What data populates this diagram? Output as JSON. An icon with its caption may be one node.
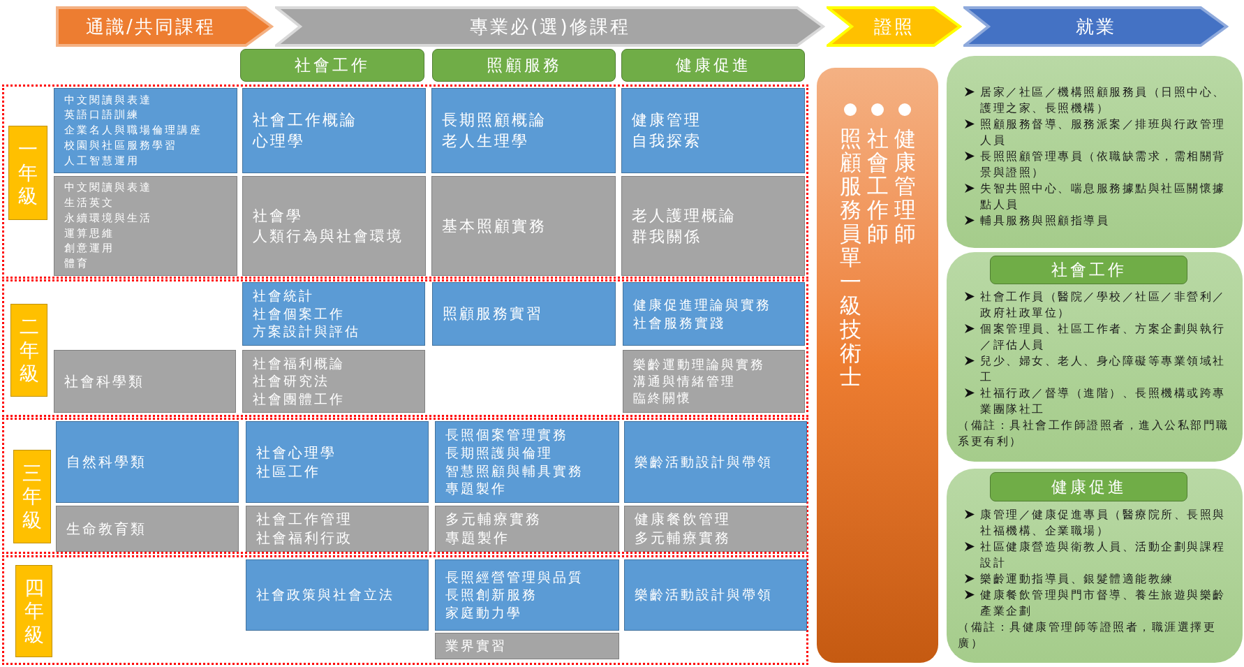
{
  "diagram": {
    "nodes": [
      {
        "text": [
          "通識/共同課程"
        ]
      },
      {
        "text": [
          "專業必(選)修課程"
        ]
      },
      {
        "text": [
          "證照"
        ]
      },
      {
        "text": [
          "就業"
        ]
      },
      {
        "text": [
          "社會工作"
        ]
      },
      {
        "text": [
          "照顧服務"
        ]
      },
      {
        "text": [
          "健康促進"
        ]
      },
      {
        "text": [],
        "shape": "box"
      },
      {
        "text": [
          "一年級"
        ],
        "in": 7
      },
      {
        "text": [
          "中文閱讀與表達",
          "英語口語訓練",
          "企業名人與職場倫理講座",
          "校園與社區服務學習",
          "人工智慧運用"
        ],
        "in": 7
      },
      {
        "text": [
          "中文閱讀與表達",
          "生活英文",
          "永續環境與生活",
          "運算思維",
          "創意運用",
          "體育"
        ],
        "in": 7
      },
      {
        "text": [
          "社會工作概論",
          "心理學"
        ],
        "in": 7
      },
      {
        "text": [
          "社會學",
          "人類行為與社會環境"
        ],
        "in": 7
      },
      {
        "text": [
          "長期照顧概論",
          "老人生理學"
        ],
        "in": 7
      },
      {
        "text": [
          "基本照顧實務"
        ],
        "in": 7
      },
      {
        "text": [
          "健康管理",
          "自我探索"
        ],
        "in": 7
      },
      {
        "text": [
          "老人護理概論",
          "群我關係"
        ],
        "in": 7
      },
      {
        "text": [],
        "shape": "box"
      },
      {
        "text": [
          "二年級"
        ],
        "in": 17
      },
      {
        "text": [
          "社會統計",
          "社會個案工作",
          "方案設計與評估"
        ],
        "in": 17
      },
      {
        "text": [
          "照顧服務實習"
        ],
        "in": 17
      },
      {
        "text": [
          "健康促進理論與實務",
          "社會服務實踐"
        ],
        "in": 17
      },
      {
        "text": [
          "社會科學類"
        ],
        "in": 17
      },
      {
        "text": [
          "社會福利概論",
          "社會研究法",
          "社會團體工作"
        ],
        "in": 17
      },
      {
        "text": [
          "樂齡運動理論與實務",
          "溝通與情緒管理",
          "臨終關懷"
        ],
        "in": 17
      },
      {
        "text": [],
        "shape": "box"
      },
      {
        "text": [
          "三年級"
        ],
        "in": 25
      },
      {
        "text": [
          "自然科學類"
        ],
        "in": 25
      },
      {
        "text": [
          "社會心理學",
          "社區工作"
        ],
        "in": 25
      },
      {
        "text": [
          "長照個案管理實務",
          "長期照護與倫理",
          "智慧照顧與輔具實務",
          "專題製作"
        ],
        "in": 25
      },
      {
        "text": [
          "樂齡活動設計與帶領"
        ],
        "in": 25
      },
      {
        "text": [
          "生命教育類"
        ],
        "in": 25
      },
      {
        "text": [
          "社會工作管理",
          "社會福利行政"
        ],
        "in": 25
      },
      {
        "text": [
          "多元輔療實務",
          "專題製作"
        ],
        "in": 25
      },
      {
        "text": [
          "健康餐飲管理",
          "多元輔療實務"
        ],
        "in": 25
      },
      {
        "text": [],
        "shape": "box"
      },
      {
        "text": [
          "四年級"
        ],
        "in": 35
      },
      {
        "text": [
          "社會政策與社會立法"
        ],
        "in": 35
      },
      {
        "text": [
          "長照經營管理與品質",
          "長照創新服務",
          "家庭動力學"
        ],
        "in": 35
      },
      {
        "text": [
          "樂齡活動設計與帶領"
        ],
        "in": 35
      },
      {
        "text": [
          "業界實習"
        ],
        "in": 35
      },
      {
        "text": [
          "照顧服務員單一級技術士",
          "社會工作師",
          "健康管理師"
        ]
      },
      {
        "text": [
          "居家／社區／機構照顧服務員（日照中心、護理之家、長照機構）",
          "照顧服務督導、服務派案／排班與行政管理人員",
          "長照照顧管理專員（依職缺需求，需相關背景與證照）",
          "失智共照中心、喘息服務據點與社區關懷據點人員",
          "輔具服務與照顧指導員"
        ]
      },
      {
        "text": [
          "社會工作員（醫院／學校／社區／非營利／政府社政單位）",
          "個案管理員、社區工作者、方案企劃與執行／評估人員",
          "兒少、婦女、老人、身心障礙等專業領域社工",
          "社福行政／督導（進階）、長照機構或跨專業團隊社工",
          "（備註：具社會工作師證照者，進入公私部門職系更有利）"
        ]
      },
      {
        "text": [
          "社會工作"
        ],
        "in": 43
      },
      {
        "text": [
          "康管理／健康促進專員（醫療院所、長照與社福機構、企業職場）",
          "社區健康營造與衛教人員、活動企劃與課程設計",
          "樂齡運動指導員、銀髮體適能教練",
          "健康餐飲管理與門市督導、養生旅遊與樂齡產業企劃",
          "（備註：具健康管理師等證照者，職涯選擇更廣）"
        ]
      },
      {
        "text": [
          "健康促進"
        ],
        "in": 45
      }
    ]
  }
}
